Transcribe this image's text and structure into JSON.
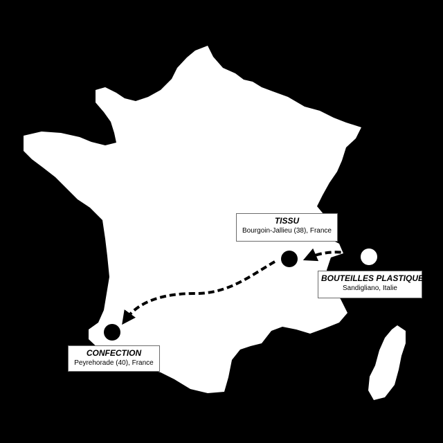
{
  "colors": {
    "background": "#000000",
    "land": "#ffffff",
    "marker": "#000000",
    "route": "#000000"
  },
  "locations": {
    "tissu": {
      "title": "TISSU",
      "place": "Bourgoin-Jallieu (38), France"
    },
    "bouteilles": {
      "title": "BOUTEILLES PLASTIQUE",
      "place": "Sandigliano, Italie"
    },
    "confection": {
      "title": "CONFECTION",
      "place": "Peyrehorade (40), France"
    }
  },
  "routes": [
    {
      "from": "bouteilles",
      "to": "tissu",
      "style": "dashed-arrow"
    },
    {
      "from": "tissu",
      "to": "confection",
      "style": "dashed-arrow"
    }
  ]
}
